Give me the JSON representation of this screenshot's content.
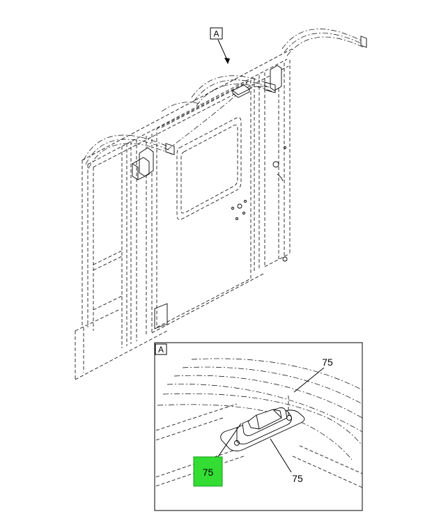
{
  "callouts": {
    "view_ref_top": "A",
    "view_ref_detail": "A",
    "part_number_upper": "75",
    "part_number_lower": "75",
    "part_number_highlight": "75"
  },
  "colors": {
    "highlight": "#33dd33",
    "line": "#000000"
  }
}
